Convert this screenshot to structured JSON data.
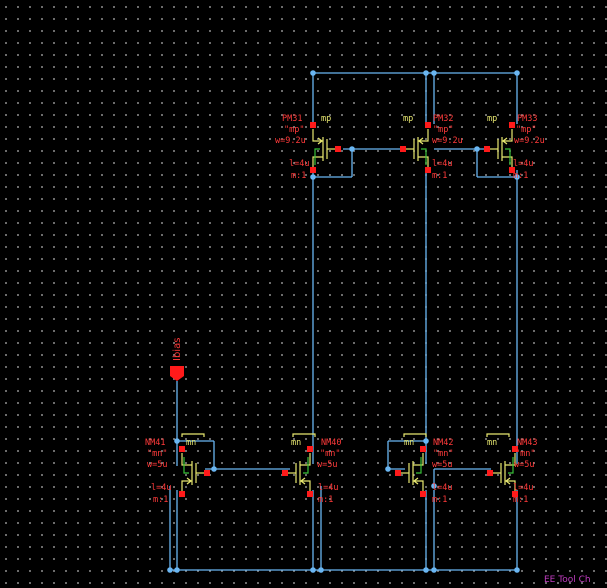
{
  "schematic": {
    "colors": {
      "background": "#000000",
      "grid": "#8a8a8a",
      "wire": "#6ab6f2",
      "pin": "#ff1a1a",
      "symbol": "#e8e870",
      "bulk": "#39c239",
      "label": "#ff3a3a"
    },
    "pmos": [
      {
        "id": "pm31",
        "name": "PM31",
        "model_tag": "mp",
        "model": "\"mp\"",
        "width": "w=9.2u",
        "length": "l=4u",
        "mult": "m:1"
      },
      {
        "id": "pm32",
        "name": "PM32",
        "model_tag": "mp",
        "model": "\"mp\"",
        "width": "w=9.2u",
        "length": "l=4u",
        "mult": "m:1"
      },
      {
        "id": "pm33",
        "name": "PM33",
        "model_tag": "mp",
        "model": "\"mp\"",
        "width": "w=9.2u",
        "length": "l=4u",
        "mult": "m:1"
      }
    ],
    "nmos": [
      {
        "id": "nm41",
        "name": "NM41",
        "model_tag": "mn",
        "model": "\"mn\"",
        "width": "w=5u",
        "length": "l=4u",
        "mult": "m:1"
      },
      {
        "id": "nm40",
        "name": "NM40",
        "model_tag": "mn",
        "model": "\"mn\"",
        "width": "w=5u",
        "length": "l=4u",
        "mult": "m:1"
      },
      {
        "id": "nm42",
        "name": "NM42",
        "model_tag": "mn",
        "model": "\"mn\"",
        "width": "w=5u",
        "length": "l=4u",
        "mult": "m:1"
      },
      {
        "id": "nm43",
        "name": "NM43",
        "model_tag": "mn",
        "model": "\"mn\"",
        "width": "w=5u",
        "length": "l=4u",
        "mult": "m:1"
      }
    ],
    "pin": {
      "label": "Ibias",
      "icon": "input-pin-icon"
    },
    "watermark": "EE Tool Ch"
  }
}
